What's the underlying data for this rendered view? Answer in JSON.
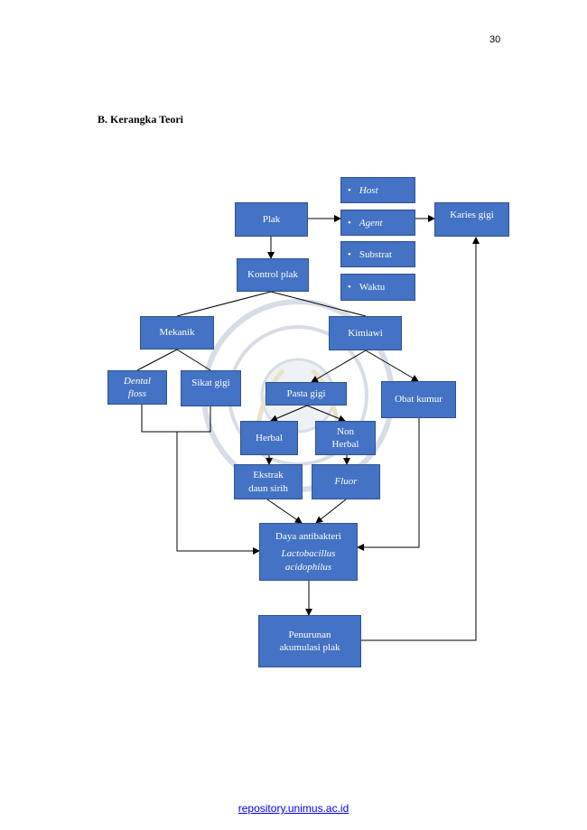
{
  "page_number": "30",
  "section_heading": "B.  Kerangka Teori",
  "diagram": {
    "plak": "Plak",
    "factors": [
      {
        "label": "Host",
        "italic": true
      },
      {
        "label": "Agent",
        "italic": true
      },
      {
        "label": "Substrat",
        "italic": false
      },
      {
        "label": "Waktu",
        "italic": false
      }
    ],
    "karies": "Karies gigi",
    "kontrol": "Kontrol plak",
    "mekanik": "Mekanik",
    "kimiawi": "Kimiawi",
    "dental_floss_1": "Dental",
    "dental_floss_2": "floss",
    "sikat_gigi": "Sikat gigi",
    "pasta_gigi": "Pasta gigi",
    "obat_kumur": "Obat kumur",
    "herbal": "Herbal",
    "non_herbal_1": "Non",
    "non_herbal_2": "Herbal",
    "ekstrak_1": "Ekstrak",
    "ekstrak_2": "daun sirih",
    "fluor": "Fluor",
    "daya_1": "Daya antibakteri",
    "daya_2": "Lactobacillus",
    "daya_3": "acidophilus",
    "penurunan_1": "Penurunan",
    "penurunan_2": "akumulasi plak"
  },
  "footer_link": "repository.unimus.ac.id",
  "colors": {
    "box_fill": "#4472c4",
    "box_border": "#2f528f",
    "line": "#000000"
  }
}
